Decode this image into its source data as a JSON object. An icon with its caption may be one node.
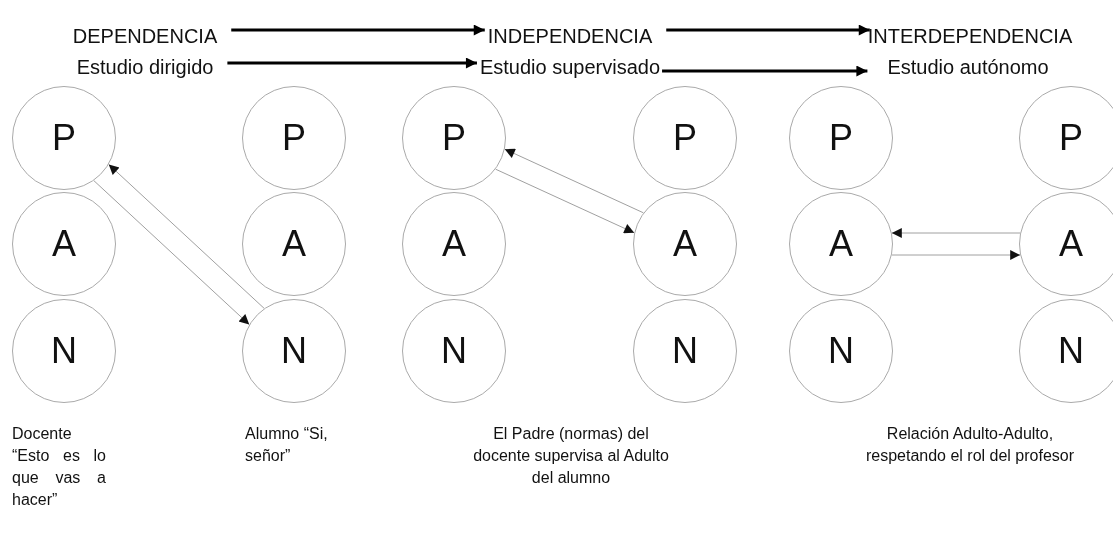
{
  "diagram": {
    "nodes": [
      {
        "text": [
          "DEPENDENCIA"
        ]
      },
      {
        "text": [
          "INDEPENDENCIA"
        ]
      },
      {
        "text": [
          "INTERDEPENDENCIA"
        ]
      },
      {
        "text": [
          "Estudio dirigido"
        ]
      },
      {
        "text": [
          "Estudio supervisado"
        ]
      },
      {
        "text": [
          "Estudio autónomo"
        ]
      },
      {
        "text": [
          "P"
        ]
      },
      {
        "text": [
          "A"
        ]
      },
      {
        "text": [
          "N"
        ]
      },
      {
        "text": [
          "P"
        ]
      },
      {
        "text": [
          "A"
        ]
      },
      {
        "text": [
          "N"
        ]
      },
      {
        "text": [
          "P"
        ]
      },
      {
        "text": [
          "A"
        ]
      },
      {
        "text": [
          "N"
        ]
      },
      {
        "text": [
          "P"
        ]
      },
      {
        "text": [
          "A"
        ]
      },
      {
        "text": [
          "N"
        ]
      },
      {
        "text": [
          "P"
        ]
      },
      {
        "text": [
          "A"
        ]
      },
      {
        "text": [
          "N"
        ]
      },
      {
        "text": [
          "P"
        ]
      },
      {
        "text": [
          "A"
        ]
      },
      {
        "text": [
          "N"
        ]
      }
    ],
    "edges": [
      {
        "from": 0,
        "to": 1,
        "arrow": "to",
        "style": "thick",
        "color": "#000000"
      },
      {
        "from": 1,
        "to": 2,
        "arrow": "to",
        "style": "thick",
        "color": "#000000"
      },
      {
        "from": 3,
        "to": 4,
        "arrow": "to",
        "style": "thick",
        "color": "#000000"
      },
      {
        "from": 4,
        "to": 5,
        "arrow": "to",
        "style": "thick",
        "color": "#000000"
      },
      {
        "from": 6,
        "to": 11,
        "arrow": "to"
      },
      {
        "from": 11,
        "to": 6,
        "arrow": "to"
      },
      {
        "from": 12,
        "to": 16,
        "arrow": "to"
      },
      {
        "from": 16,
        "to": 12,
        "arrow": "to"
      },
      {
        "from": 19,
        "to": 22,
        "arrow": "to"
      },
      {
        "from": 22,
        "to": 19,
        "arrow": "to"
      }
    ],
    "labels": [
      "Docente “Esto es lo que vas a hacer”",
      "Alumno “Si, señor”",
      "El Padre (normas) del docente supervisa al Adulto del alumno",
      "Relación Adulto-Adulto, respetando el rol del profesor"
    ]
  }
}
